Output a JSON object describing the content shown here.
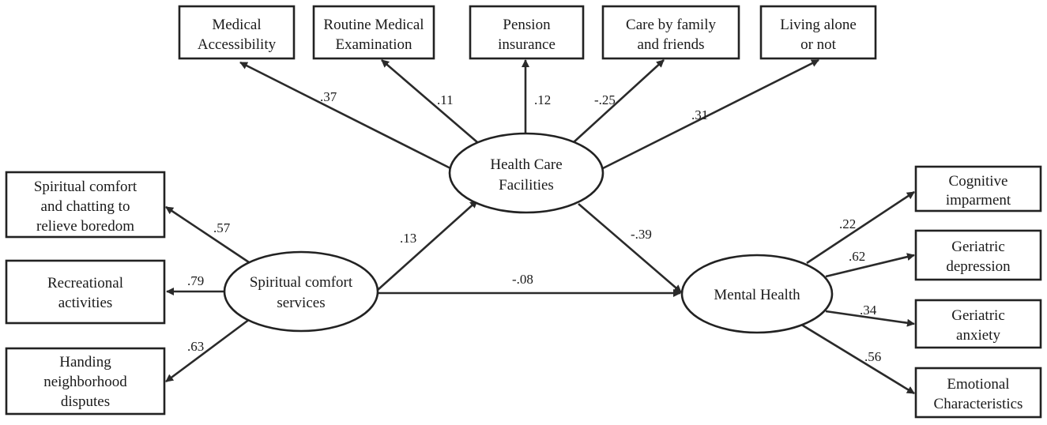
{
  "latent": {
    "health_care": [
      "Health Care",
      "Facilities"
    ],
    "spiritual": [
      "Spiritual comfort",
      "services"
    ],
    "mental": [
      "Mental Health"
    ]
  },
  "indicators": {
    "medical_accessibility": [
      "Medical",
      "Accessibility"
    ],
    "routine_exam": [
      "Routine Medical",
      "Examination"
    ],
    "pension": [
      "Pension",
      "insurance"
    ],
    "care_family": [
      "Care by family",
      "and friends"
    ],
    "living_alone": [
      "Living alone",
      "or not"
    ],
    "spiritual_chat": [
      "Spiritual comfort",
      "and chatting to",
      "relieve boredom"
    ],
    "recreational": [
      "Recreational",
      "activities"
    ],
    "disputes": [
      "Handing",
      "neighborhood",
      "disputes"
    ],
    "cognitive": [
      "Cognitive",
      "imparment"
    ],
    "depression": [
      "Geriatric",
      "depression"
    ],
    "anxiety": [
      "Geriatric",
      "anxiety"
    ],
    "emotional": [
      "Emotional",
      "Characteristics"
    ]
  },
  "coefficients": {
    "hc_medical": ".37",
    "hc_routine": ".11",
    "hc_pension": ".12",
    "hc_care": "-.25",
    "hc_living": ".31",
    "sp_chat": ".57",
    "sp_recreational": ".79",
    "sp_disputes": ".63",
    "sp_hc": ".13",
    "hc_mh": "-.39",
    "sp_mh": "-.08",
    "mh_cognitive": ".22",
    "mh_depression": ".62",
    "mh_anxiety": ".34",
    "mh_emotional": ".56"
  }
}
